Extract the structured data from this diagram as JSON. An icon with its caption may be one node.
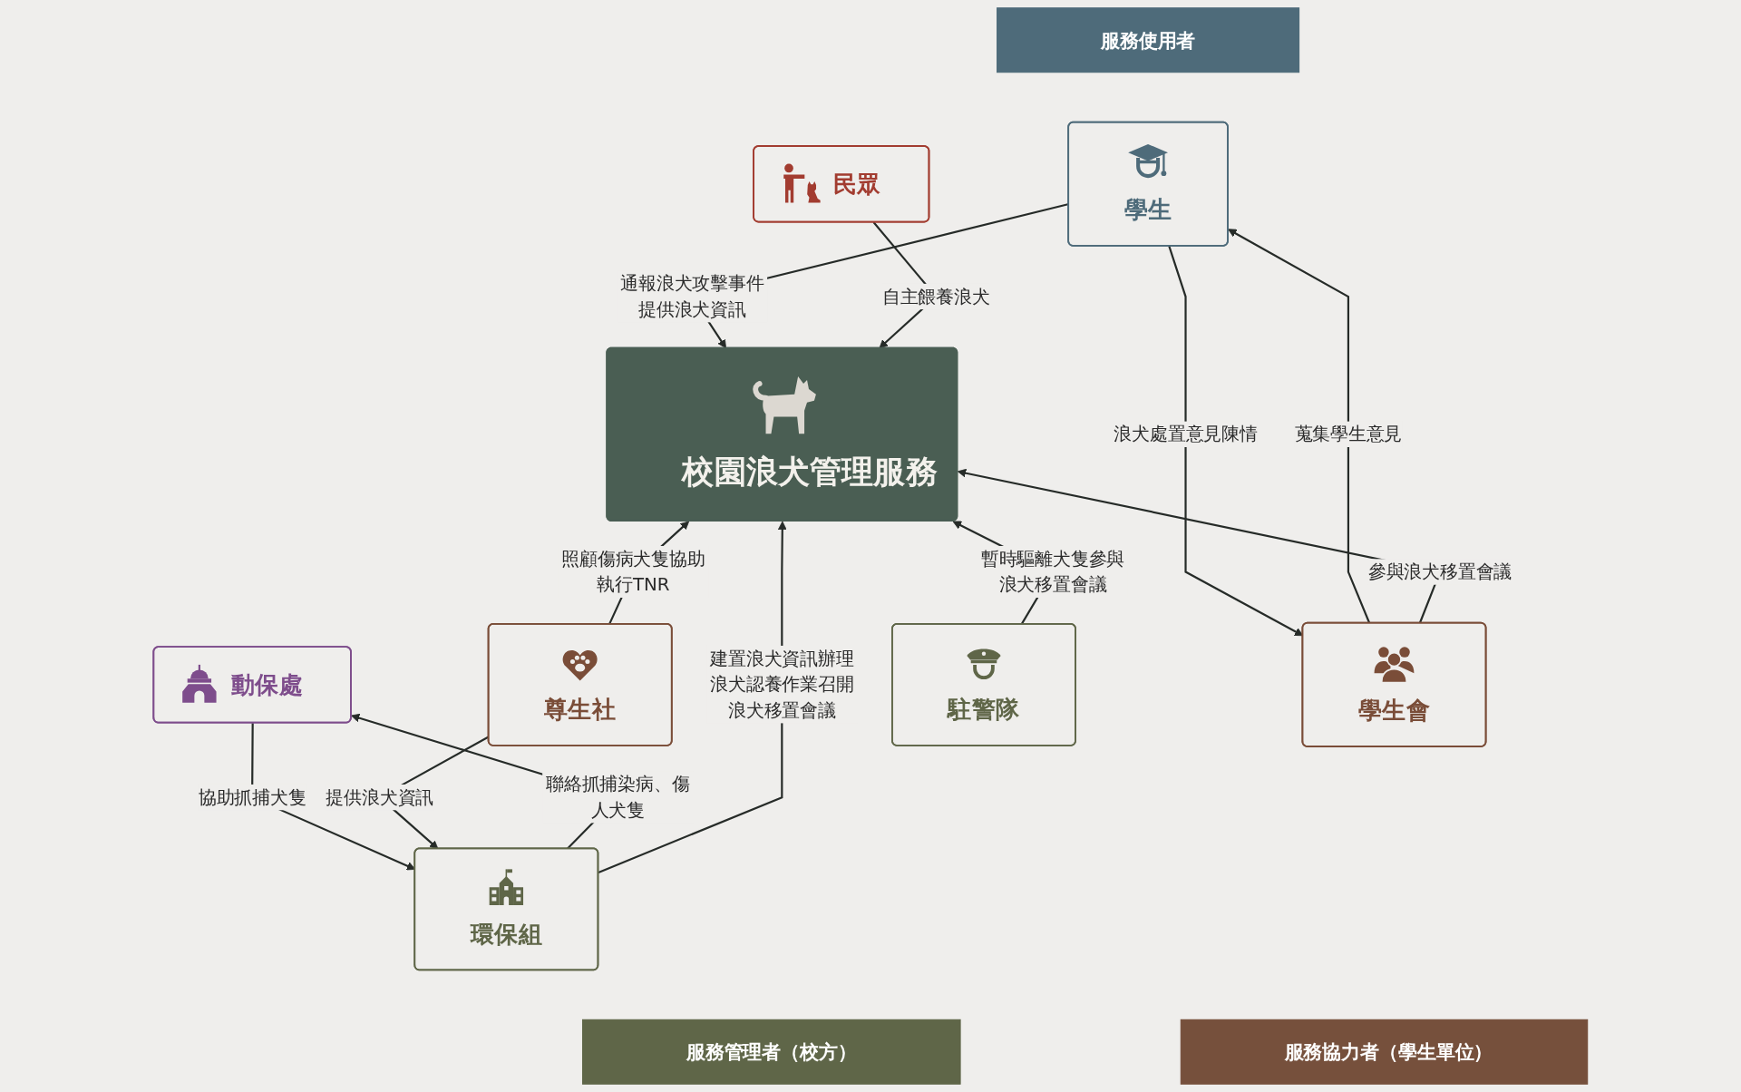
{
  "diagram": {
    "nodes": [
      {
        "text": [
          "服務使用者"
        ]
      },
      {
        "text": [
          "學生"
        ]
      },
      {
        "text": [
          "民眾"
        ]
      },
      {
        "text": [
          "動保處"
        ]
      },
      {
        "text": [
          "校園浪犬管理服務"
        ]
      },
      {
        "text": [
          "環保組"
        ]
      },
      {
        "text": [
          "駐警隊"
        ]
      },
      {
        "text": [
          "尊生社"
        ]
      },
      {
        "text": [
          "學生會"
        ]
      },
      {
        "text": [
          "服務管理者（校方）"
        ]
      },
      {
        "text": [
          "服務協力者（學生單位）"
        ]
      }
    ],
    "edges": [
      {
        "from": 1,
        "to": 4,
        "arrow": "to",
        "label": "通報浪犬攻擊事件提供浪犬資訊"
      },
      {
        "from": 1,
        "to": 8,
        "arrow": "to",
        "label": "浪犬處置意見陳情"
      },
      {
        "from": 8,
        "to": 1,
        "arrow": "to",
        "label": "蒐集學生意見"
      },
      {
        "from": 2,
        "to": 4,
        "arrow": "to",
        "label": "自主餵養浪犬"
      },
      {
        "from": 3,
        "to": 5,
        "arrow": "to",
        "label": "協助抓捕犬隻"
      },
      {
        "from": 5,
        "to": 3,
        "arrow": "to",
        "label": "聯絡抓捕染病、傷人犬隻"
      },
      {
        "from": 5,
        "to": 4,
        "arrow": "to",
        "label": "建置浪犬資訊辦理浪犬認養作業召開浪犬移置會議"
      },
      {
        "from": 6,
        "to": 4,
        "arrow": "to",
        "label": "暫時驅離犬隻參與浪犬移置會議"
      },
      {
        "from": 7,
        "to": 4,
        "arrow": "to",
        "label": "照顧傷病犬隻協助執行TNR"
      },
      {
        "from": 7,
        "to": 5,
        "arrow": "to",
        "label": "提供浪犬資訊"
      },
      {
        "from": 8,
        "to": 4,
        "arrow": "to",
        "label": "參與浪犬移置會議"
      }
    ]
  }
}
